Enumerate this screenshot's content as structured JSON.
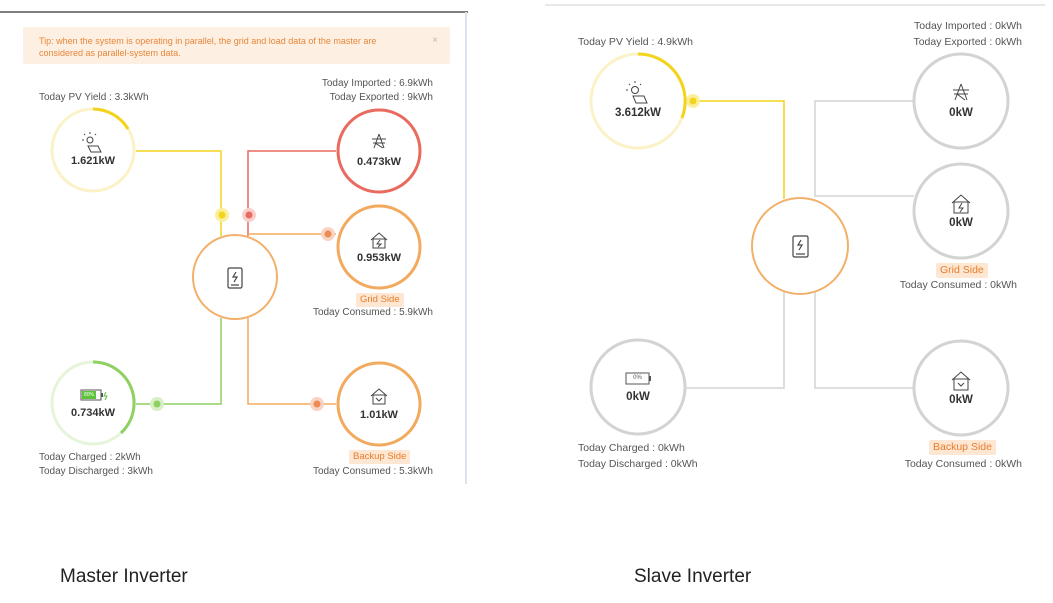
{
  "colors": {
    "pv": "#f3d31b",
    "grid_import": "#e96a5f",
    "load": "#f2aa5e",
    "battery": "#8fd063",
    "inverter": "#f2b06a",
    "inactive": "#d3d3d3"
  },
  "master": {
    "tip": "Tip:  when the system is operating in parallel, the grid and load data of the master are considered as parallel-system data.",
    "tip_close": "×",
    "pv_yield": "Today PV Yield :  3.3kWh",
    "pv_power": "1.621kW",
    "grid_imported": "Today Imported :  6.9kWh",
    "grid_exported": "Today Exported :  9kWh",
    "grid_power": "0.473kW",
    "gridside_power": "0.953kW",
    "gridside_label": "Grid Side",
    "gridside_consumed": "Today Consumed :  5.9kWh",
    "battery_soc": "80%",
    "battery_power": "0.734kW",
    "battery_charged": "Today Charged :  2kWh",
    "battery_discharged": "Today Discharged :  3kWh",
    "backup_power": "1.01kW",
    "backup_label": "Backup Side",
    "backup_consumed": "Today Consumed :  5.3kWh",
    "caption": "Master Inverter"
  },
  "slave": {
    "pv_yield": "Today PV Yield :  4.9kWh",
    "pv_power": "3.612kW",
    "grid_imported": "Today Imported :  0kWh",
    "grid_exported": "Today Exported :  0kWh",
    "grid_power": "0kW",
    "gridside_power": "0kW",
    "gridside_label": "Grid Side",
    "gridside_consumed": "Today Consumed :  0kWh",
    "battery_soc": "0%",
    "battery_power": "0kW",
    "battery_charged": "Today Charged :  0kWh",
    "battery_discharged": "Today Discharged :  0kWh",
    "backup_power": "0kW",
    "backup_label": "Backup Side",
    "backup_consumed": "Today Consumed :  0kWh",
    "caption": "Slave Inverter"
  }
}
